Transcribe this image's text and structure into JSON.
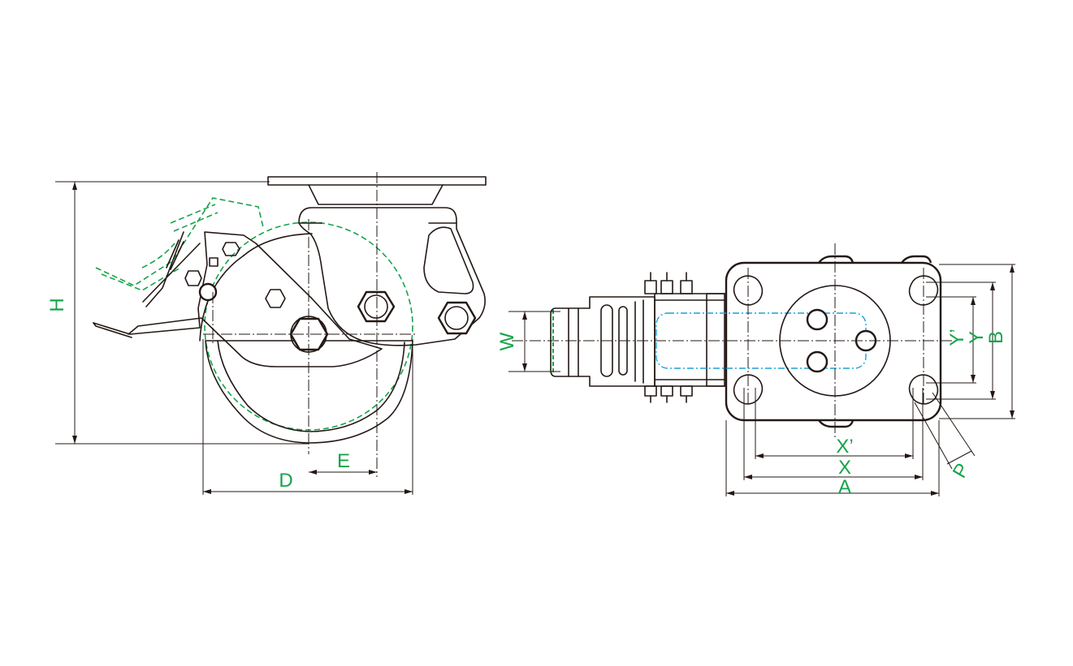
{
  "colors": {
    "line": "#231815",
    "dimension_label": "#16a34a",
    "alt_position": "#16a34a",
    "hidden_outline": "#1ea0d6"
  },
  "side_view": {
    "dimensions": {
      "height_label": "H",
      "wheel_diameter_label": "D",
      "swivel_offset_label": "E"
    }
  },
  "top_view": {
    "dimensions": {
      "wheel_width_label": "W",
      "plate_length_label": "A",
      "bolt_spacing_x_label": "X",
      "bolt_spacing_x_alt_label": "X’",
      "plate_width_label": "B",
      "bolt_spacing_y_label": "Y",
      "bolt_spacing_y_alt_label": "Y’",
      "bolt_hole_label": "P"
    }
  }
}
